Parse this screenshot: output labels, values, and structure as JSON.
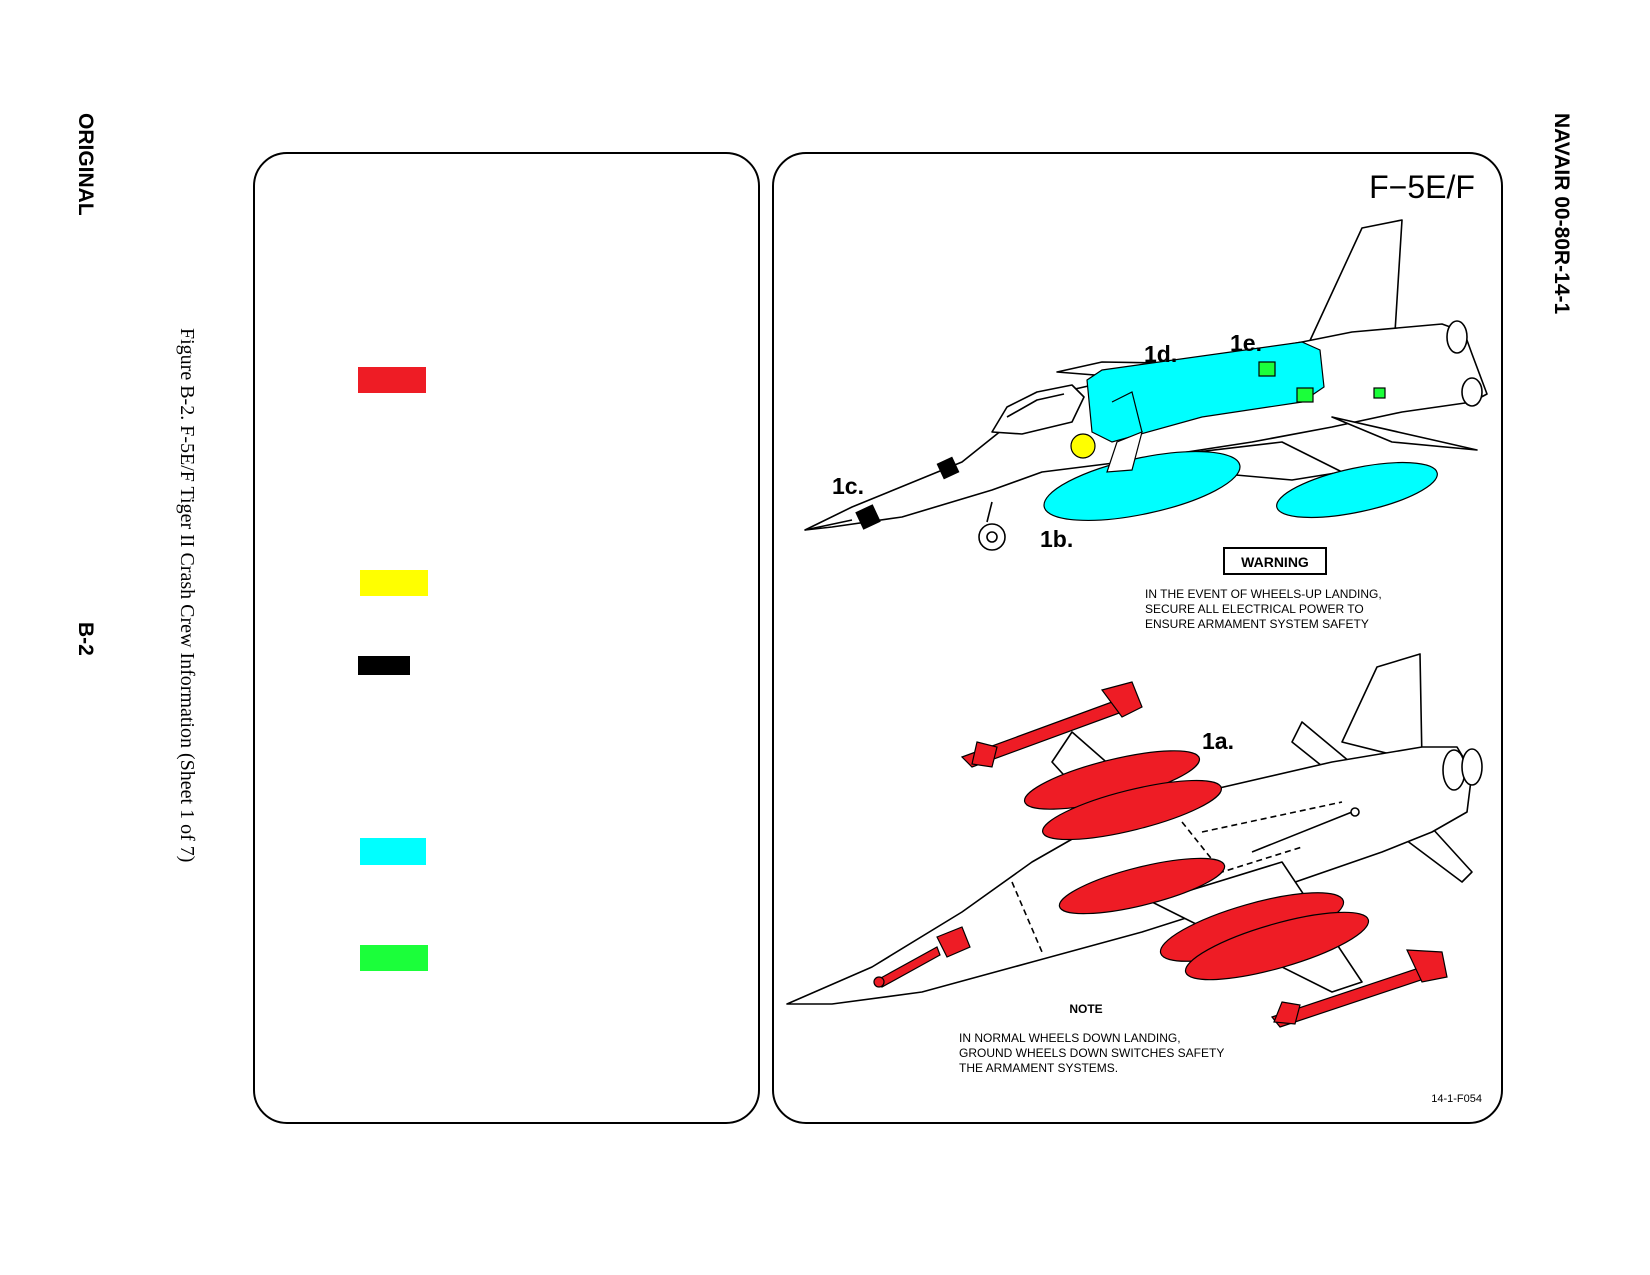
{
  "margin": {
    "left_label": "ORIGINAL",
    "left_page": "B-2",
    "right_label": "NAVAIR 00-80R-14-1"
  },
  "figure": {
    "caption": "Figure B-2.  F-5E/F Tiger II Crash Crew Information (Sheet 1 of 7)"
  },
  "legend": {
    "swatches": [
      {
        "name": "red",
        "color": "#ee1c25"
      },
      {
        "name": "yellow",
        "color": "#ffff00"
      },
      {
        "name": "black",
        "color": "#000000"
      },
      {
        "name": "cyan",
        "color": "#00ffff"
      },
      {
        "name": "green",
        "color": "#1bff3a"
      }
    ]
  },
  "drawing": {
    "aircraft_title": "F−5E/F",
    "callouts": {
      "c1a": "1a.",
      "c1b": "1b.",
      "c1c": "1c.",
      "c1d": "1d.",
      "c1e": "1e."
    },
    "warning": {
      "heading": "WARNING",
      "line1": "IN THE EVENT OF WHEELS-UP LANDING,",
      "line2": "SECURE ALL ELECTRICAL POWER TO",
      "line3": "ENSURE ARMAMENT SYSTEM SAFETY"
    },
    "note": {
      "heading": "NOTE",
      "line1": "IN NORMAL WHEELS DOWN LANDING,",
      "line2": "GROUND WHEELS DOWN SWITCHES SAFETY",
      "line3": "THE ARMAMENT SYSTEMS."
    },
    "figure_number": "14-1-F054",
    "colors": {
      "ordnance": "#ee1c25",
      "fuel": "#00ffff",
      "battery": "#ffff00",
      "hatch": "#000000",
      "oxygen": "#1bff3a"
    }
  }
}
